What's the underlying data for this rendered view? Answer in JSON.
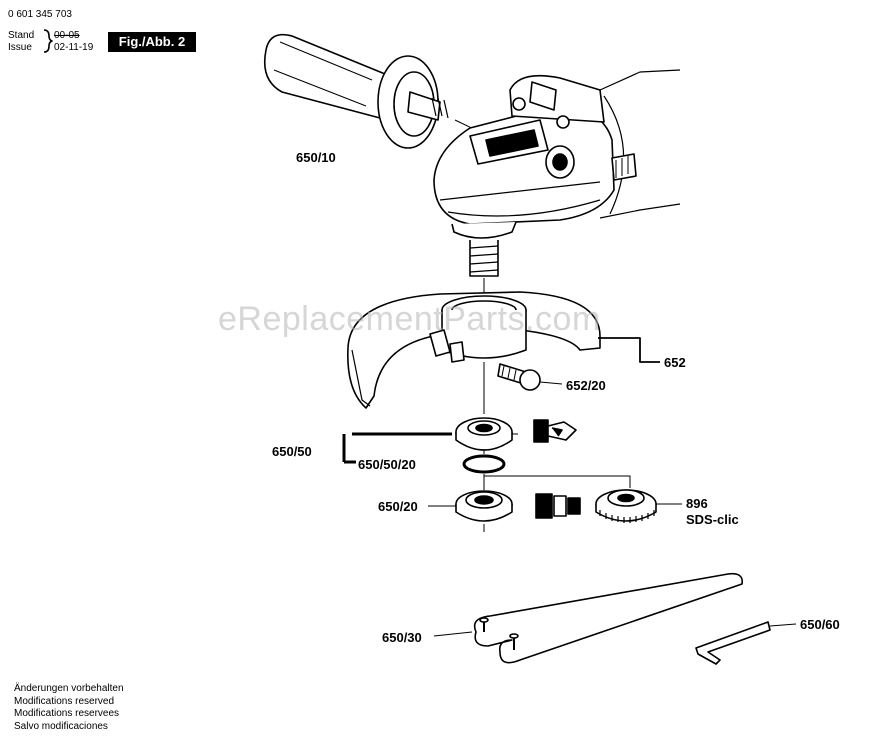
{
  "header": {
    "part_number": "0 601 345 703",
    "stand_label": "Stand",
    "issue_label": "Issue",
    "old_date": "00-05",
    "issue_date": "02-11-19",
    "figure": "Fig./Abb. 2"
  },
  "watermark": "eReplacementParts.com",
  "labels": {
    "handle": "650/10",
    "guard": "652",
    "guard_screw": "652/20",
    "flange": "650/50",
    "oring": "650/50/20",
    "clamp_nut": "650/20",
    "sds_number": "896",
    "sds_name": "SDS-clic",
    "spanner": "650/30",
    "hex_key": "650/60"
  },
  "footer": [
    "Änderungen vorbehalten",
    "Modifications reserved",
    "Modifications reservees",
    "Salvo modificaciones"
  ]
}
